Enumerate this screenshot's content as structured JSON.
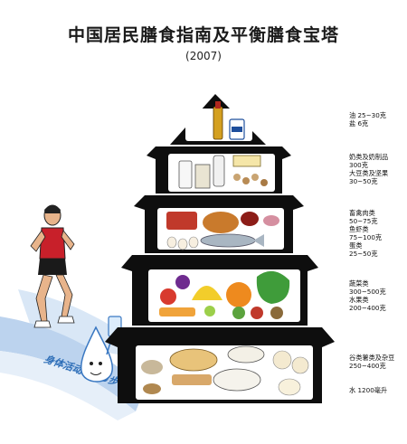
{
  "title": "中国居民膳食指南及平衡膳食宝塔",
  "subtitle": "(2007)",
  "tiers": [
    {
      "level": 5,
      "lines": [
        "油 25~30克",
        "盐 6克"
      ]
    },
    {
      "level": 4,
      "lines": [
        "奶类及奶制品",
        "300克",
        "大豆类及坚果",
        "30~50克"
      ]
    },
    {
      "level": 3,
      "lines": [
        "畜禽肉类",
        "50~75克",
        "鱼虾类",
        "75~100克",
        "蛋类",
        "25~50克"
      ]
    },
    {
      "level": 2,
      "lines": [
        "蔬菜类",
        "300~500克",
        "水果类",
        "200~400克"
      ]
    },
    {
      "level": 1,
      "lines": [
        "谷类薯类及杂豆",
        "250~400克"
      ]
    }
  ],
  "water": "水 1200毫升",
  "path_text": "身体活动6000步",
  "colors": {
    "pagoda": "#0e0e0e",
    "path": "#a9c6e8",
    "shirt": "#c8202a",
    "path_text": "#2f6fb8"
  }
}
